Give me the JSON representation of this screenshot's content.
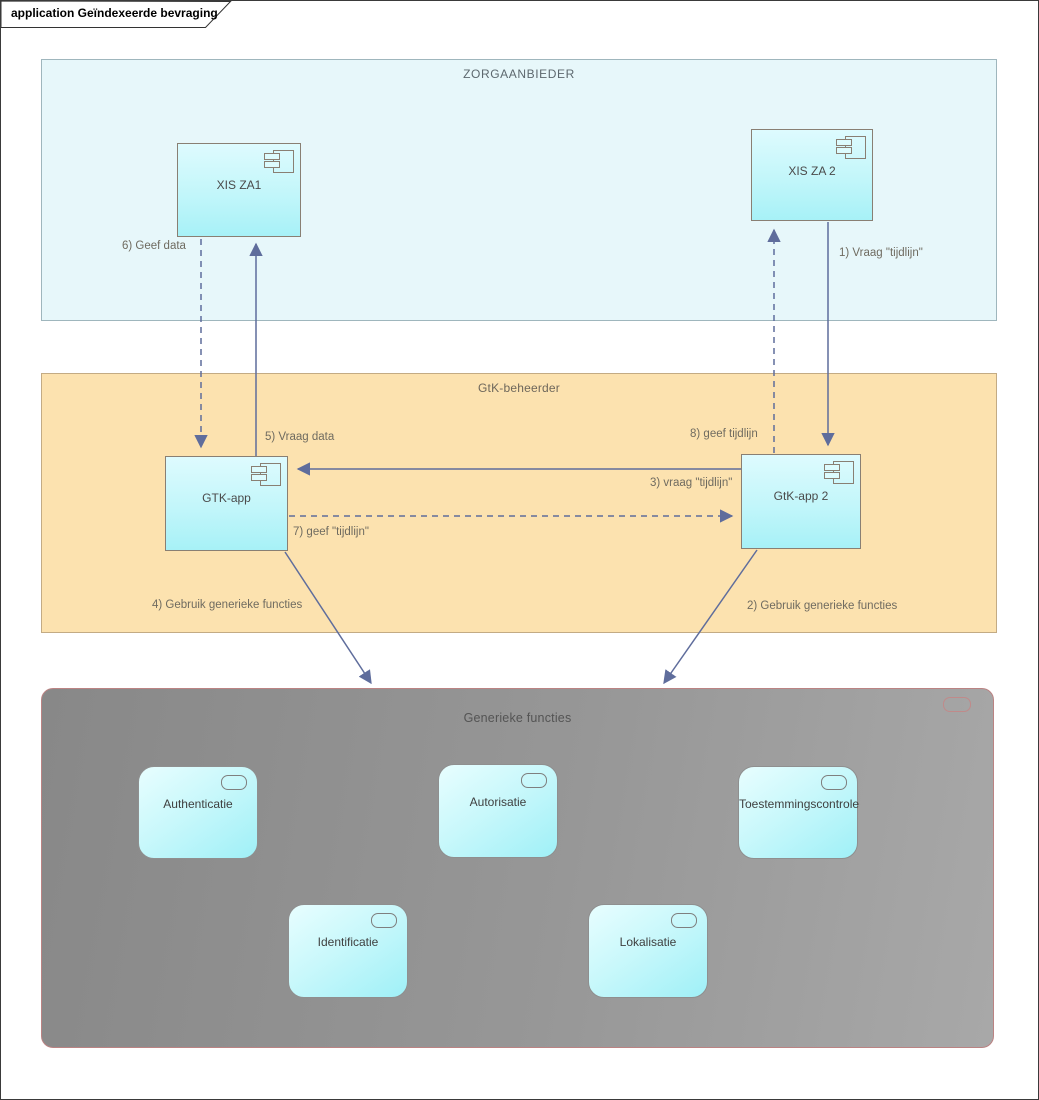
{
  "frame": {
    "title": "application Geïndexeerde bevraging"
  },
  "lanes": {
    "zorgaanbieder": {
      "label": "ZORGAANBIEDER"
    },
    "gtk_beheerder": {
      "label": "GtK-beheerder"
    },
    "generieke_functies": {
      "label": "Generieke functies"
    }
  },
  "components": {
    "xis_za1": {
      "label": "XIS ZA1"
    },
    "xis_za2": {
      "label": "XIS ZA 2"
    },
    "gtk_app": {
      "label": "GTK-app"
    },
    "gtk_app2": {
      "label": "GtK-app 2"
    }
  },
  "functions": {
    "authenticatie": {
      "label": "Authenticatie"
    },
    "autorisatie": {
      "label": "Autorisatie"
    },
    "toestemmingscontrole": {
      "label": "Toestemmingscontrole"
    },
    "identificatie": {
      "label": "Identificatie"
    },
    "lokalisatie": {
      "label": "Lokalisatie"
    }
  },
  "flows": {
    "f1": {
      "label": "1) Vraag \"tijdlijn\"",
      "style": "solid"
    },
    "f2": {
      "label": "2) Gebruik generieke functies",
      "style": "solid"
    },
    "f3": {
      "label": "3) vraag \"tijdlijn\"",
      "style": "solid"
    },
    "f4": {
      "label": "4) Gebruik generieke functies",
      "style": "solid"
    },
    "f5": {
      "label": "5) Vraag data",
      "style": "solid"
    },
    "f6": {
      "label": "6) Geef data",
      "style": "dashed"
    },
    "f7": {
      "label": "7) geef \"tijdlijn\"",
      "style": "dashed"
    },
    "f8": {
      "label": "8) geef tijdlijn",
      "style": "dashed"
    }
  },
  "icons": {
    "uml_component": "uml-component-icon",
    "rounded_marker": "rounded-rect-icon"
  },
  "colors": {
    "lane_zorgaanbieder_fill": "#e7f7fa",
    "lane_gtk_fill": "#fce2af",
    "generic_container_fill": "#979797",
    "generic_container_border": "#bb8383",
    "component_fill_top": "#defbfe",
    "component_fill_bottom": "#a7f1f7",
    "component_border": "#897f73",
    "connector": "#5f6d9c",
    "label_text": "#6f6b60"
  }
}
